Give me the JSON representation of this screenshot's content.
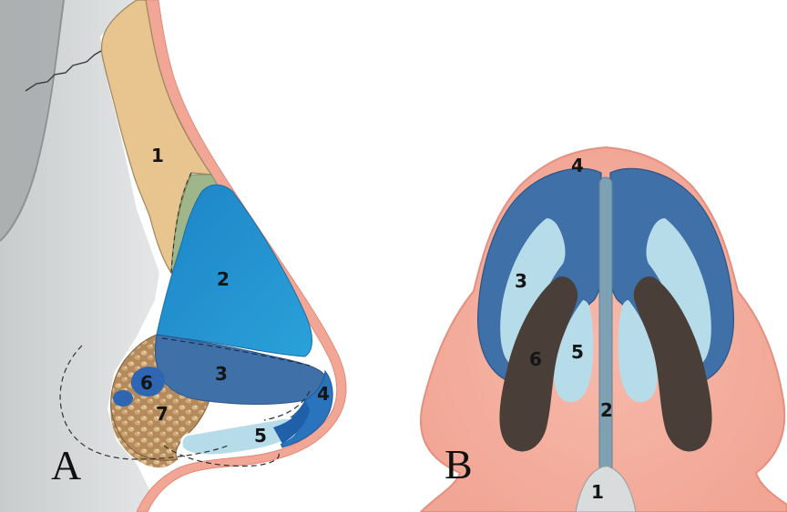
{
  "panels": [
    {
      "id": "A",
      "label": "A"
    },
    {
      "id": "B",
      "label": "B"
    }
  ],
  "panel_a_labels": [
    "1",
    "2",
    "3",
    "4",
    "5",
    "6",
    "7"
  ],
  "panel_b_labels": [
    "4",
    "3",
    "6",
    "5",
    "2",
    "1"
  ],
  "colors": {
    "skin": "#f4aea0",
    "skin_edge": "#e58f80",
    "bone": "#d9dcdd",
    "bone_dark": "#b9bcbe",
    "nasal_bone": "#e8c48e",
    "septal_cartilage": "#9fb58a",
    "upper_lateral_cartilage": "#2390cc",
    "lower_lateral_cartilage": "#3f70a8",
    "alar_rim": "#2a74bd",
    "light_cartilage": "#b6dcea",
    "fibrofatty_tissue": "#b48a5c",
    "nostril": "#4a3f38",
    "columella": "#7ea2b4"
  }
}
